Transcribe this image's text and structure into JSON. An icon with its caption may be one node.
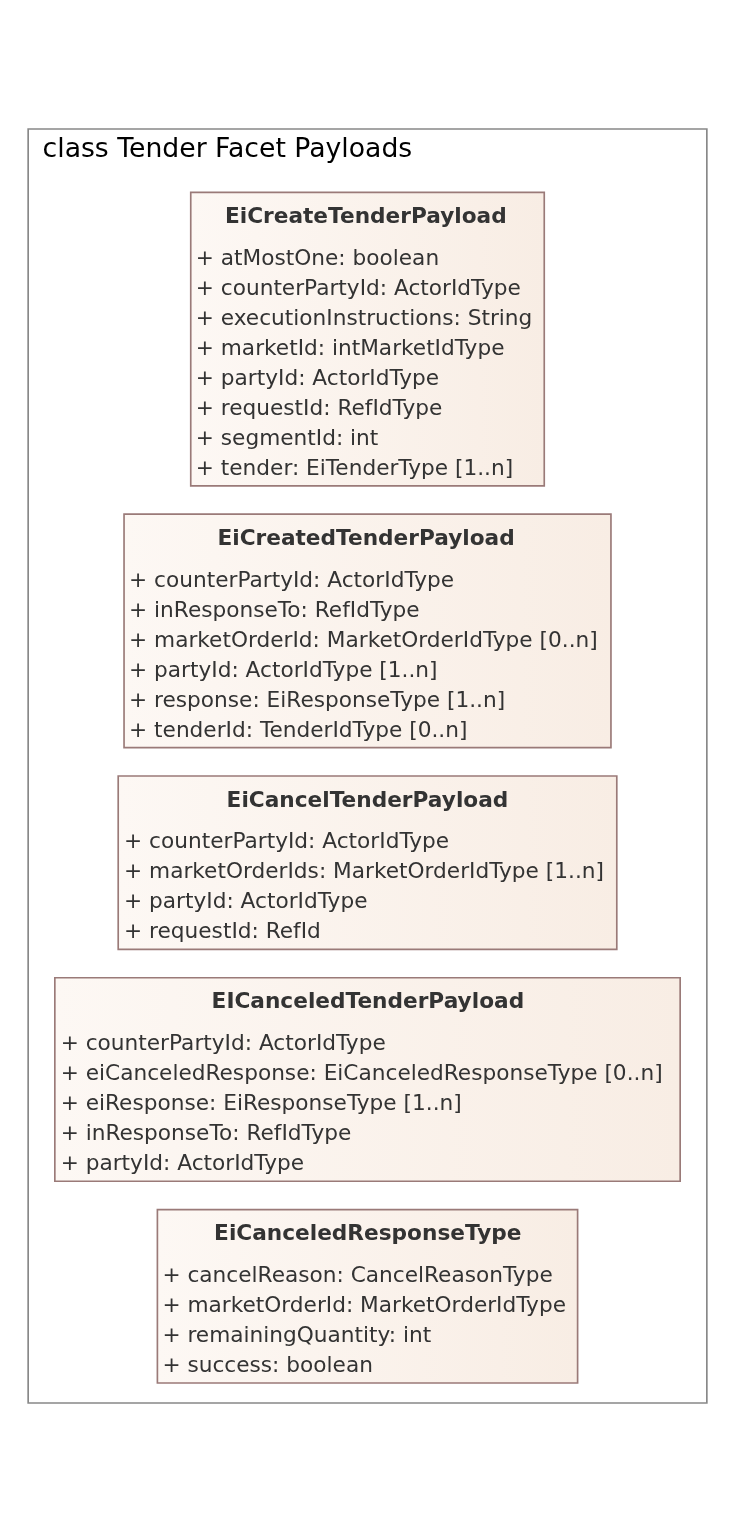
{
  "diagram": {
    "nodes": [
      {
        "text": [
          "class Tender Facet Payloads"
        ]
      },
      {
        "text": [
          "EiCreateTenderPayload",
          "+ atMostOne: boolean",
          "+ counterPartyId: ActorIdType",
          "+ executionInstructions: String",
          "+ marketId: intMarketIdType",
          "+ partyId: ActorIdType",
          "+ requestId: RefIdType",
          "+ segmentId: int",
          "+ tender: EiTenderType [1..n]"
        ],
        "in": 0
      },
      {
        "text": [
          "EiCreatedTenderPayload",
          "+ counterPartyId: ActorIdType",
          "+ inResponseTo: RefIdType",
          "+ marketOrderId: MarketOrderIdType [0..n]",
          "+ partyId: ActorIdType [1..n]",
          "+ response: EiResponseType [1..n]",
          "+ tenderId: TenderIdType [0..n]"
        ],
        "in": 0
      },
      {
        "text": [
          "EiCancelTenderPayload",
          "+ counterPartyId: ActorIdType",
          "+ marketOrderIds: MarketOrderIdType [1..n]",
          "+ partyId: ActorIdType",
          "+ requestId: RefId"
        ],
        "in": 0
      },
      {
        "text": [
          "EICanceledTenderPayload",
          "+ counterPartyId: ActorIdType",
          "+ eiCanceledResponse: EiCanceledResponseType [0..n]",
          "+ eiResponse: EiResponseType [1..n]",
          "+ inResponseTo: RefIdType",
          "+ partyId: ActorIdType"
        ],
        "in": 0
      },
      {
        "text": [
          "EiCanceledResponseType",
          "+ cancelReason: CancelReasonType",
          "+ marketOrderId: MarketOrderIdType",
          "+ remainingQuantity: int",
          "+ success: boolean"
        ],
        "in": 0
      }
    ],
    "edges": []
  }
}
